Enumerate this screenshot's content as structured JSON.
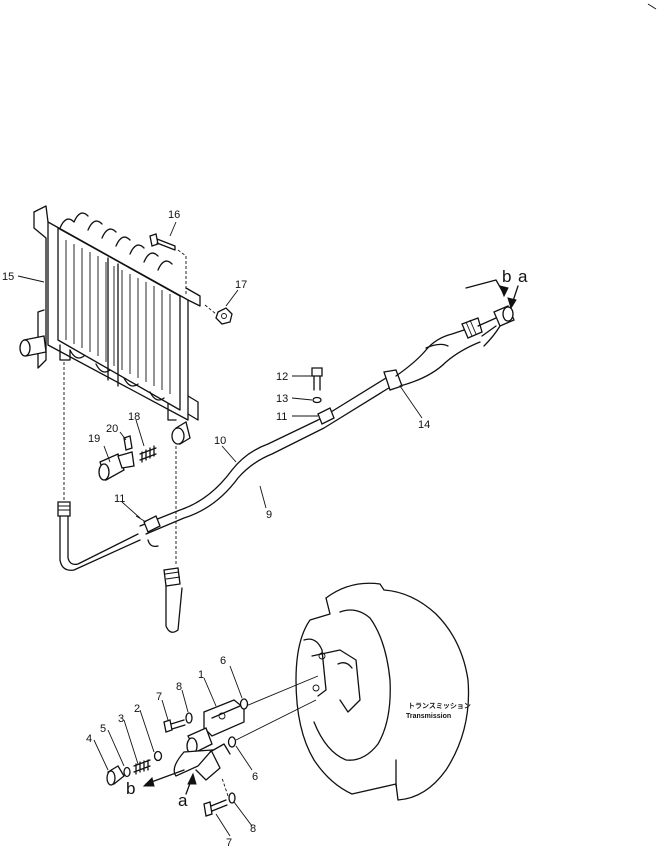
{
  "parts": {
    "p1": "1",
    "p2": "2",
    "p3": "3",
    "p4": "4",
    "p5": "5",
    "p6a": "6",
    "p6b": "6",
    "p7a": "7",
    "p7b": "7",
    "p8a": "8",
    "p8b": "8",
    "p9": "9",
    "p10": "10",
    "p11a": "11",
    "p11b": "11",
    "p12": "12",
    "p13": "13",
    "p14": "14",
    "p15": "15",
    "p16": "16",
    "p17": "17",
    "p18": "18",
    "p19": "19",
    "p20": "20"
  },
  "connectors": {
    "b_top": "b",
    "a_top": "a",
    "b_bottom": "b",
    "a_bottom": "a"
  },
  "transmission": {
    "label_jp": "トランスミッション",
    "label_en": "Transmission"
  }
}
